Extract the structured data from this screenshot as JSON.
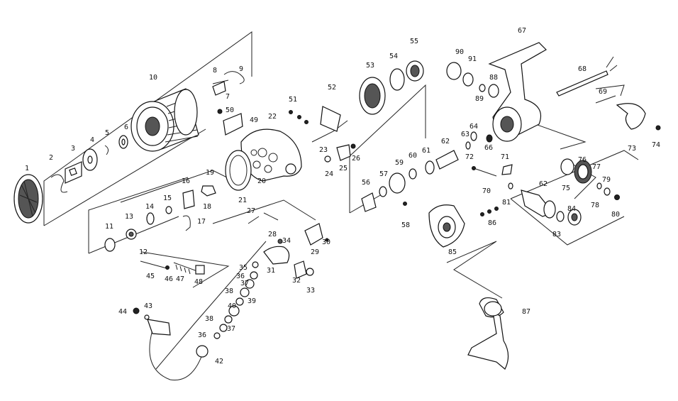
{
  "diagram": {
    "parts": [
      {
        "label": "1"
      },
      {
        "label": "2"
      },
      {
        "label": "3"
      },
      {
        "label": "4"
      },
      {
        "label": "5"
      },
      {
        "label": "6"
      },
      {
        "label": "7"
      },
      {
        "label": "8"
      },
      {
        "label": "9"
      },
      {
        "label": "10"
      },
      {
        "label": "11"
      },
      {
        "label": "12"
      },
      {
        "label": "13"
      },
      {
        "label": "14"
      },
      {
        "label": "15"
      },
      {
        "label": "16"
      },
      {
        "label": "17"
      },
      {
        "label": "18"
      },
      {
        "label": "19"
      },
      {
        "label": "20"
      },
      {
        "label": "21"
      },
      {
        "label": "22"
      },
      {
        "label": "23"
      },
      {
        "label": "24"
      },
      {
        "label": "25"
      },
      {
        "label": "26"
      },
      {
        "label": "27"
      },
      {
        "label": "28"
      },
      {
        "label": "29"
      },
      {
        "label": "30"
      },
      {
        "label": "31"
      },
      {
        "label": "32"
      },
      {
        "label": "33"
      },
      {
        "label": "34"
      },
      {
        "label": "35"
      },
      {
        "label": "36"
      },
      {
        "label": "37"
      },
      {
        "label": "38"
      },
      {
        "label": "39"
      },
      {
        "label": "40"
      },
      {
        "label": "38"
      },
      {
        "label": "37"
      },
      {
        "label": "36"
      },
      {
        "label": "42"
      },
      {
        "label": "43"
      },
      {
        "label": "44"
      },
      {
        "label": "45"
      },
      {
        "label": "46"
      },
      {
        "label": "47"
      },
      {
        "label": "48"
      },
      {
        "label": "49"
      },
      {
        "label": "50"
      },
      {
        "label": "51"
      },
      {
        "label": "52"
      },
      {
        "label": "53"
      },
      {
        "label": "54"
      },
      {
        "label": "55"
      },
      {
        "label": "56"
      },
      {
        "label": "57"
      },
      {
        "label": "58"
      },
      {
        "label": "59"
      },
      {
        "label": "60"
      },
      {
        "label": "61"
      },
      {
        "label": "62"
      },
      {
        "label": "63"
      },
      {
        "label": "64"
      },
      {
        "label": "66"
      },
      {
        "label": "67"
      },
      {
        "label": "68"
      },
      {
        "label": "69"
      },
      {
        "label": "70"
      },
      {
        "label": "71"
      },
      {
        "label": "72"
      },
      {
        "label": "73"
      },
      {
        "label": "74"
      },
      {
        "label": "75"
      },
      {
        "label": "76"
      },
      {
        "label": "77"
      },
      {
        "label": "78"
      },
      {
        "label": "79"
      },
      {
        "label": "80"
      },
      {
        "label": "81"
      },
      {
        "label": "62"
      },
      {
        "label": "83"
      },
      {
        "label": "84"
      },
      {
        "label": "85"
      },
      {
        "label": "86"
      },
      {
        "label": "87"
      },
      {
        "label": "88"
      },
      {
        "label": "89"
      },
      {
        "label": "90"
      },
      {
        "label": "91"
      }
    ]
  }
}
